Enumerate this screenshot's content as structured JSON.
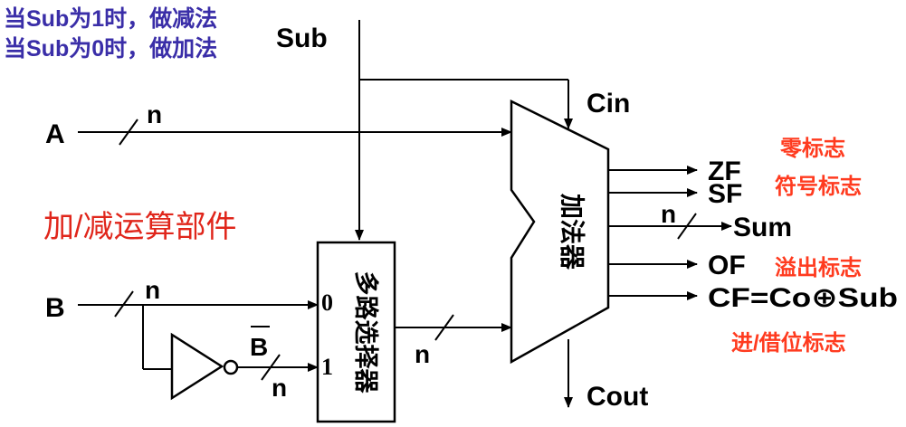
{
  "notes": {
    "line1": "当Sub为1时，做减法",
    "line2": "当Sub为0时，做加法",
    "color": "#3a2ea8"
  },
  "title": {
    "text": "加/减运算部件",
    "color": "#e0261b"
  },
  "inputs": {
    "sub": "Sub",
    "a": "A",
    "b": "B",
    "cin": "Cin",
    "cout": "Cout"
  },
  "bus_width": {
    "a": "n",
    "b": "n",
    "bbar": "n",
    "mux_out": "n",
    "sum": "n"
  },
  "inverter_output": "B",
  "mux": {
    "label": "多路选择器",
    "input0": "0",
    "input1": "1"
  },
  "adder": {
    "label": "加法器"
  },
  "outputs": [
    {
      "name": "ZF",
      "desc": "零标志"
    },
    {
      "name": "SF",
      "desc": "符号标志"
    },
    {
      "name": "Sum",
      "desc": ""
    },
    {
      "name": "OF",
      "desc": "溢出标志"
    },
    {
      "name": "CF=Co⊕Sub",
      "desc": "进/借位标志"
    }
  ],
  "colors": {
    "wire": "#000000",
    "flag_desc": "#ff3b1f"
  }
}
